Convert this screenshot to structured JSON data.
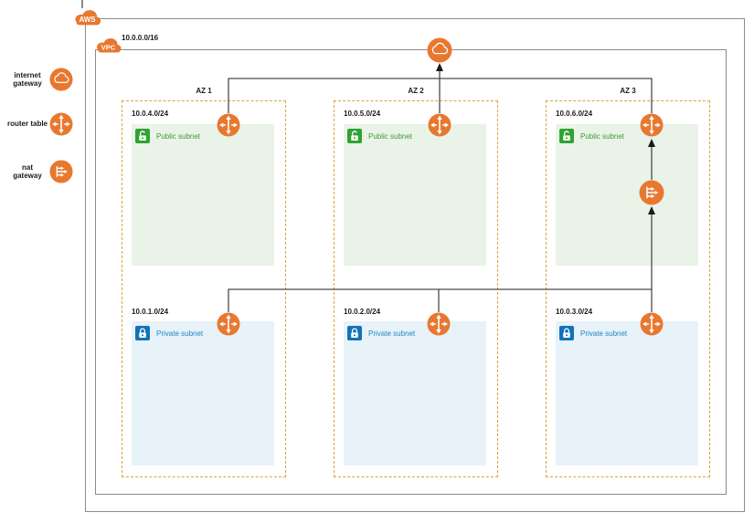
{
  "labels": {
    "aws": "AWS",
    "vpc": "VPC",
    "vpc_cidr": "10.0.0.0/16"
  },
  "legend": {
    "items": [
      {
        "icon": "internet-gateway-icon",
        "label": "internet gateway"
      },
      {
        "icon": "router-table-icon",
        "label": "router table"
      },
      {
        "icon": "nat-gateway-icon",
        "label": "nat gateway"
      }
    ]
  },
  "zones": [
    {
      "name": "AZ 1",
      "public_cidr": "10.0.4.0/24",
      "public_label": "Public subnet",
      "private_cidr": "10.0.1.0/24",
      "private_label": "Private subnet"
    },
    {
      "name": "AZ 2",
      "public_cidr": "10.0.5.0/24",
      "public_label": "Public subnet",
      "private_cidr": "10.0.2.0/24",
      "private_label": "Private subnet"
    },
    {
      "name": "AZ 3",
      "public_cidr": "10.0.6.0/24",
      "public_label": "Public subnet",
      "private_cidr": "10.0.3.0/24",
      "private_label": "Private subnet"
    }
  ],
  "colors": {
    "orange": "#E8782F",
    "az_dash": "#D9A43B",
    "public_bg": "#EAF3E7",
    "public_accent": "#3E9A32",
    "public_icon": "#2FA334",
    "private_bg": "#E7F2F9",
    "private_accent": "#1E87C8",
    "private_icon": "#1273B8",
    "box_border": "#8C8C8C",
    "connector": "#4C4C4C",
    "arrow": "#1A1A1A",
    "ink": "#1A1A1A"
  }
}
